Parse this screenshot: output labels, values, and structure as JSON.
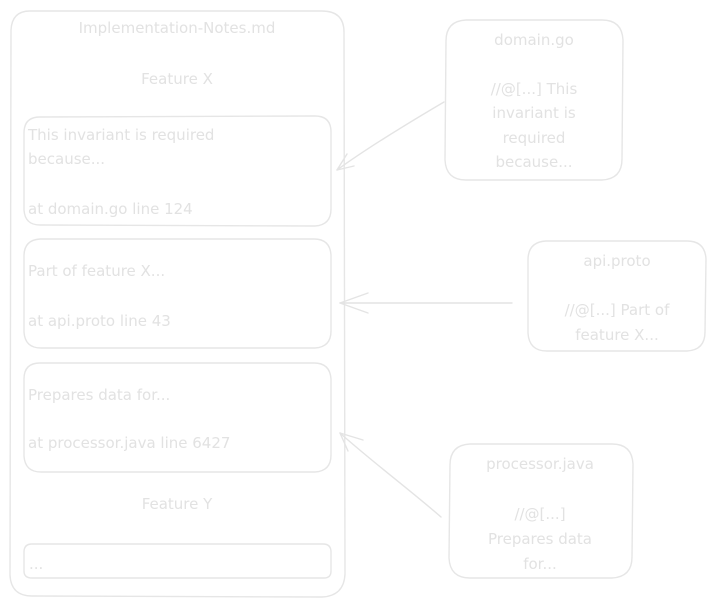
{
  "notes_file": {
    "title": "Implementation-Notes.md",
    "sections": [
      {
        "heading": "Feature X",
        "notes": [
          {
            "text_line1": "This invariant is required",
            "text_line2": "because...",
            "location": "at domain.go line 124"
          },
          {
            "text_line1": "Part of feature X...",
            "text_line2": "",
            "location": "at api.proto line 43"
          },
          {
            "text_line1": "Prepares data for...",
            "text_line2": "",
            "location": "at processor.java line 6427"
          }
        ]
      },
      {
        "heading": "Feature Y",
        "notes": [
          {
            "text_line1": "..."
          }
        ]
      }
    ]
  },
  "source_files": [
    {
      "name": "domain.go",
      "lines": [
        "//@[...] This",
        "invariant is",
        "required",
        "because..."
      ]
    },
    {
      "name": "api.proto",
      "lines": [
        "//@[...] Part of",
        "feature X..."
      ]
    },
    {
      "name": "processor.java",
      "lines": [
        "//@[...]",
        "Prepares data",
        "for..."
      ]
    }
  ]
}
